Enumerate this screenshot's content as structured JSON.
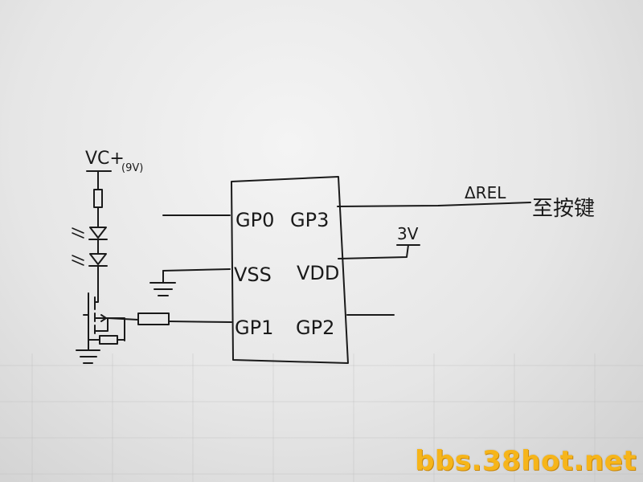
{
  "chip": {
    "pins_left": [
      "GP0",
      "VSS",
      "GP1"
    ],
    "pins_right": [
      "GP3",
      "VDD",
      "GP2"
    ]
  },
  "supply": {
    "label": "VC+",
    "note": "(9V)"
  },
  "vdd_supply": "3V",
  "output": {
    "signal": "ΔREL",
    "destination": "至按键"
  },
  "watermark": "bbs.38hot.net"
}
